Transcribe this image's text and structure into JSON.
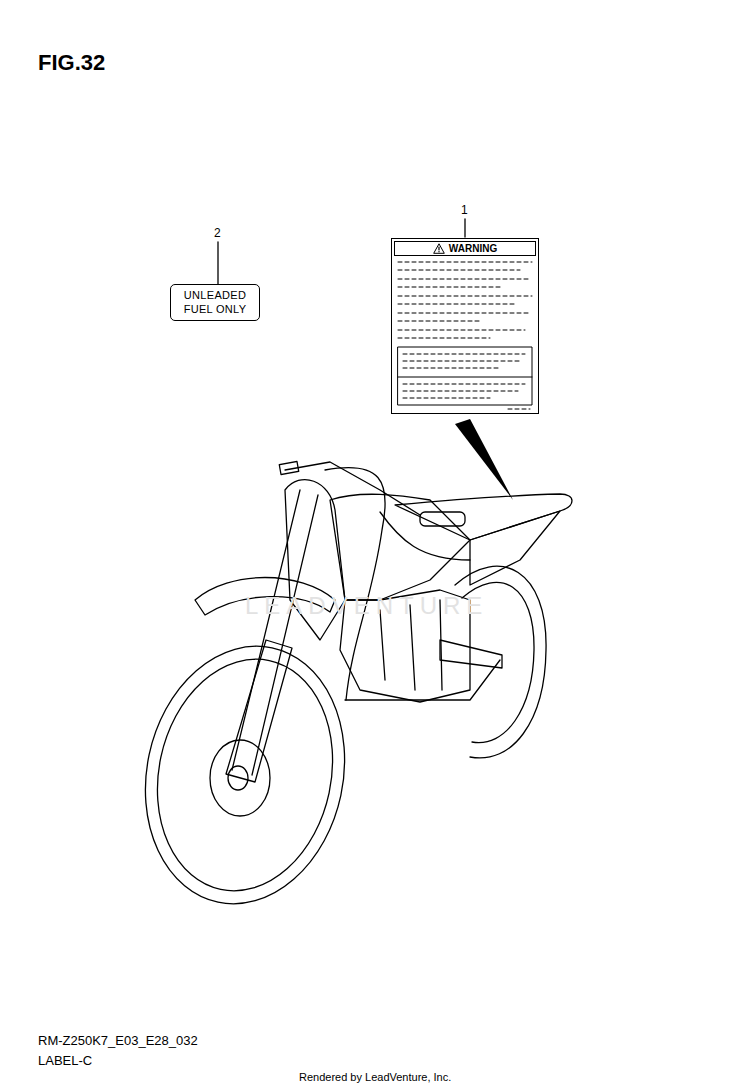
{
  "diagram": {
    "title": "FIG.32",
    "nodes": [
      {
        "text": [
          "WARNING"
        ]
      },
      {
        "text": [
          "UNLEADED FUEL ONLY"
        ]
      }
    ],
    "edges": [],
    "labels": [
      "1",
      "2",
      "LEADVENTURE",
      "RM-Z250K7_E03_E28_032",
      "LABEL-C",
      "Rendered by LeadVenture, Inc."
    ]
  }
}
